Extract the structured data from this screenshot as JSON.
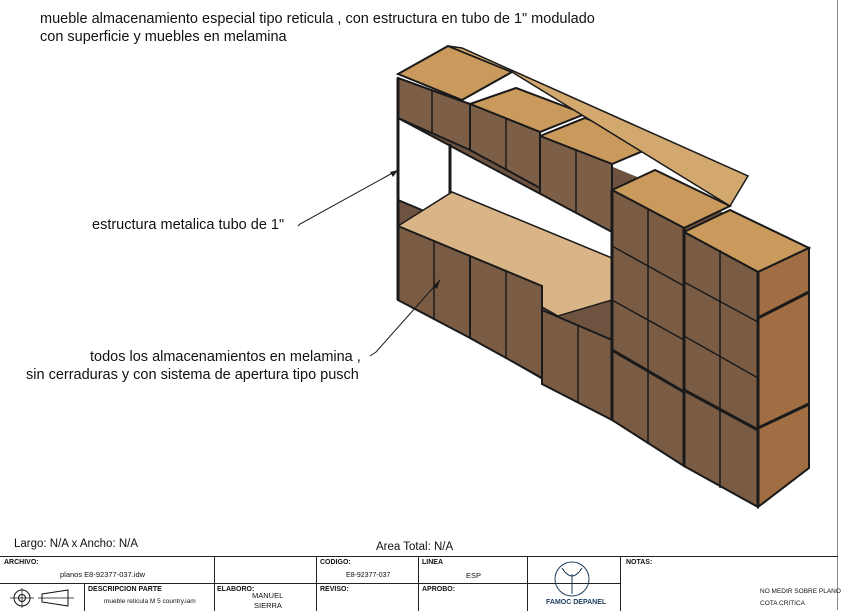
{
  "description": {
    "line1": "mueble almacenamiento especial tipo reticula , con estructura en tubo de 1\" modulado",
    "line2": "con superficie y muebles en melamina"
  },
  "callouts": {
    "structure": "estructura metalica tubo de 1\"",
    "storage_line1": "todos los almacenamientos en melamina ,",
    "storage_line2": "sin cerraduras y con sistema de apertura tipo pusch"
  },
  "dimensions": {
    "size_text": "Largo: N/A x Ancho: N/A",
    "area_text": "Area Total: N/A"
  },
  "title_block": {
    "archivo_label": "ARCHIVO:",
    "archivo_value": "planos E8-92377-037.idw",
    "descripcion_label": "DESCRIPCION PARTE",
    "descripcion_value": "mueble reticula M 5 country.iam",
    "codigo_label": "CODIGO:",
    "codigo_value": "E8-92377-037",
    "linea_label": "LINEA",
    "linea_value": "ESP",
    "elaboro_label": "ELABORO:",
    "elaboro_value_1": "MANUEL",
    "elaboro_value_2": "SIERRA",
    "reviso_label": "REVISO:",
    "aprobo_label": "APROBO:",
    "logo_text": "FAMOC DEPANEL",
    "notas_label": "NOTAS:",
    "note_1": "NO MEDIR SOBRE PLANO",
    "note_2": "COTA CRITICA"
  },
  "colors": {
    "top_surface": "#c99a5c",
    "door_front": "#7a5c45",
    "side_panel": "#a06e42",
    "frame": "#1a1a1a",
    "shelf": "#d9b486"
  },
  "icons": [
    "third-angle-projection-icon",
    "famoc-logo-icon"
  ]
}
